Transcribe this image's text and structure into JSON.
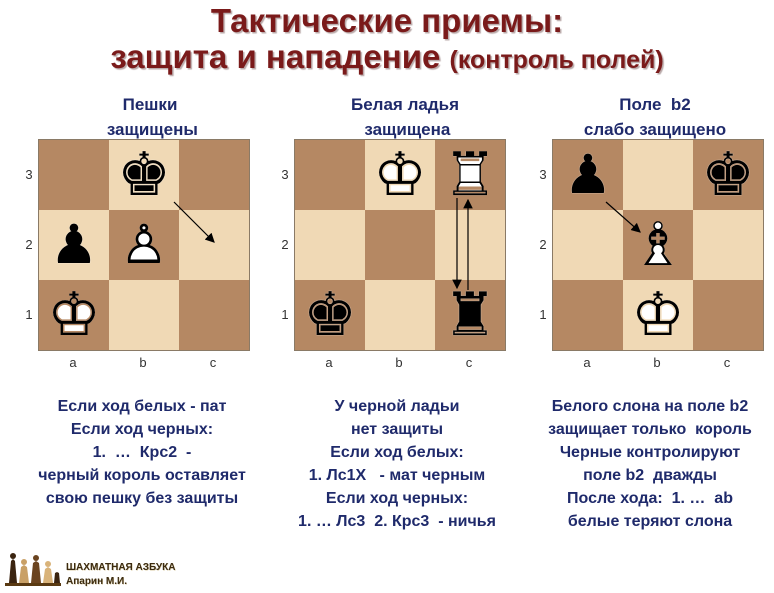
{
  "title": {
    "line1": "Тактические приемы:",
    "line2_main": "защита и нападение",
    "line2_sub": "(контроль  полей)"
  },
  "colors": {
    "dark_square": "#b58863",
    "light_square": "#f0d9b5",
    "title": "#7a1a1a",
    "text": "#1f2a6b"
  },
  "files": [
    "a",
    "b",
    "c"
  ],
  "ranks": [
    "3",
    "2",
    "1"
  ],
  "boards": [
    {
      "caption": "Пешки\n защищены",
      "pieces": [
        {
          "square": "b3",
          "piece": "black-king"
        },
        {
          "square": "a2",
          "piece": "black-pawn"
        },
        {
          "square": "b2",
          "piece": "white-pawn"
        },
        {
          "square": "a1",
          "piece": "white-king"
        }
      ],
      "text": "Если ход белых - пат\nЕсли ход черных:\n1.  …  Крс2  -\nчерный король оставляет\nсвою пешку без защиты"
    },
    {
      "caption": "Белая ладья\n защищена",
      "pieces": [
        {
          "square": "b3",
          "piece": "white-king"
        },
        {
          "square": "c3",
          "piece": "white-rook"
        },
        {
          "square": "a1",
          "piece": "black-king"
        },
        {
          "square": "c1",
          "piece": "black-rook"
        }
      ],
      "text": "У черной ладьи\nнет защиты\nЕсли ход белых:\n1. Лс1Х   - мат черным\nЕсли ход черных:\n1. … Лс3  2. Крс3  - ничья"
    },
    {
      "caption": "Поле  b2\nслабо защищено",
      "pieces": [
        {
          "square": "a3",
          "piece": "black-pawn"
        },
        {
          "square": "c3",
          "piece": "black-king"
        },
        {
          "square": "b2",
          "piece": "white-bishop"
        },
        {
          "square": "b1",
          "piece": "white-king"
        }
      ],
      "text": "Белого слона на поле b2\nзащищает только  король\nЧерные контролируют\nполе b2  дважды\nПосле хода:  1. …  ab\nбелые теряют слона"
    }
  ],
  "footer": {
    "line1": "ШАХМАТНАЯ АЗБУКА",
    "line2": "Апарин М.И."
  }
}
